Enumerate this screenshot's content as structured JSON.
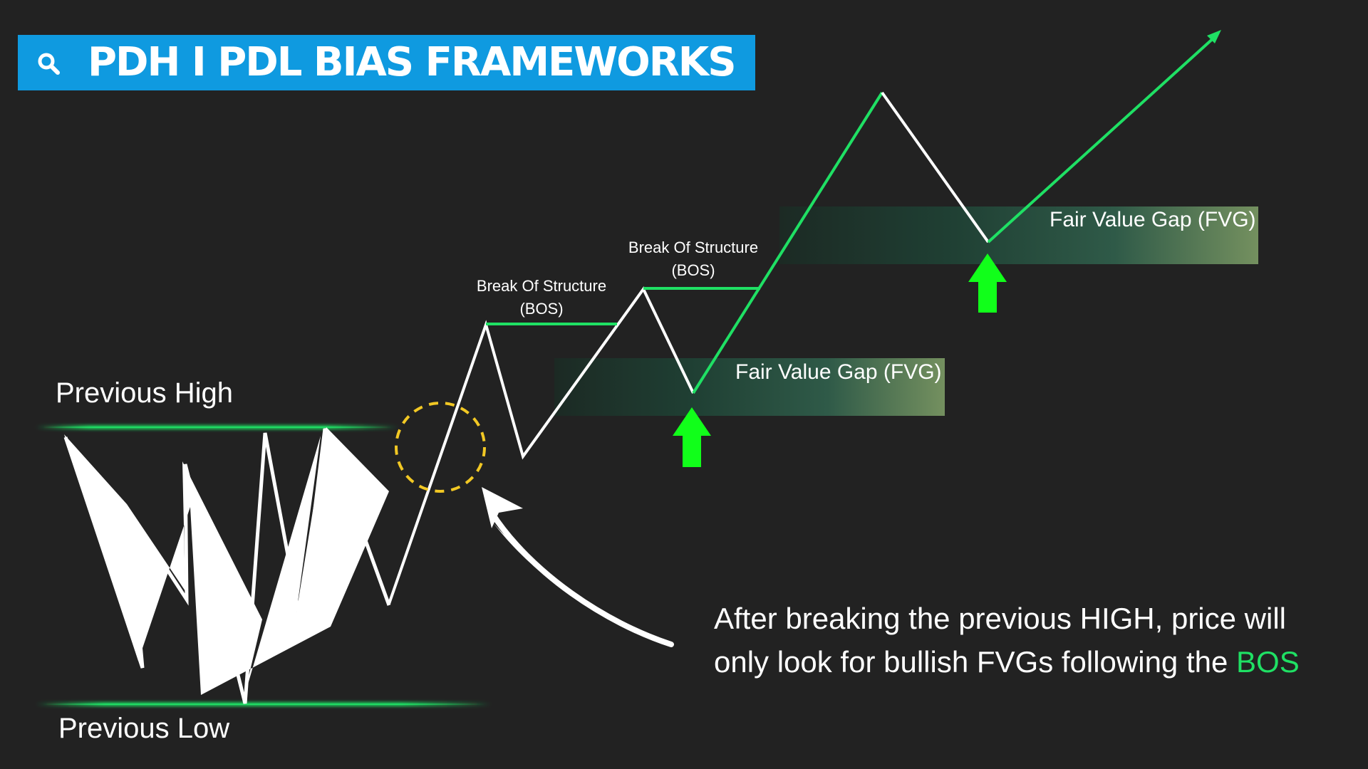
{
  "title": {
    "text": "PDH I PDL BIAS FRAMEWORKS",
    "icon": "search-icon"
  },
  "labels": {
    "previous_high": "Previous High",
    "previous_low": "Previous Low",
    "bos_1_line1": "Break Of Structure",
    "bos_1_line2": "(BOS)",
    "bos_2_line1": "Break Of Structure",
    "bos_2_line2": "(BOS)",
    "fvg_1": "Fair Value Gap (FVG)",
    "fvg_2": "Fair Value Gap (FVG)"
  },
  "caption": {
    "line1": "After breaking the previous HIGH, price will",
    "line2_prefix": "only look for bullish FVGs following the ",
    "line2_accent": "BOS"
  },
  "colors": {
    "background": "#222222",
    "banner": "#0f9ae0",
    "bullish_green": "#1fe064",
    "arrow_green": "#11ff1a",
    "highlight_circle": "#f2c824",
    "fvg_zone_start": "#173a2c",
    "fvg_zone_end": "#6f8c5e"
  }
}
